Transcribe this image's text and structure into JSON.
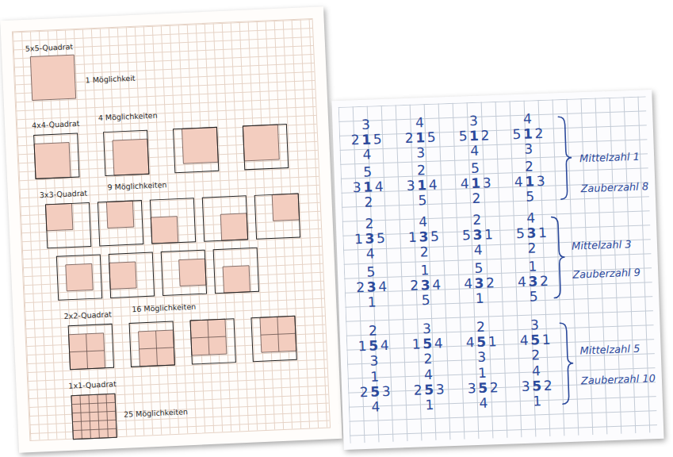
{
  "diagram": {
    "labels": [
      "5x5-Quadrat",
      "1 Möglichkeit",
      "4x4-Quadrat",
      "4 Möglichkeiten",
      "3x3-Quadrat",
      "9 Möglichkeiten",
      "2x2-Quadrat",
      "16 Möglichkeiten",
      "1x1-Quadrat",
      "25 Möglichkeiten",
      "3",
      "2",
      "1",
      "5",
      "4",
      "4",
      "2",
      "1",
      "5",
      "3",
      "3",
      "5",
      "1",
      "2",
      "4",
      "4",
      "5",
      "1",
      "2",
      "3",
      "5",
      "3",
      "1",
      "4",
      "2",
      "2",
      "3",
      "1",
      "4",
      "5",
      "5",
      "4",
      "1",
      "3",
      "2",
      "2",
      "4",
      "1",
      "3",
      "5",
      "Mittelzahl 1",
      "Zauberzahl 8",
      "2",
      "1",
      "3",
      "5",
      "4",
      "4",
      "1",
      "3",
      "5",
      "2",
      "2",
      "5",
      "3",
      "1",
      "4",
      "4",
      "5",
      "3",
      "1",
      "2",
      "5",
      "2",
      "3",
      "4",
      "1",
      "1",
      "2",
      "3",
      "4",
      "5",
      "5",
      "4",
      "3",
      "2",
      "1",
      "1",
      "4",
      "3",
      "2",
      "5",
      "Mittelzahl 3",
      "Zauberzahl 9",
      "2",
      "1",
      "5",
      "4",
      "3",
      "3",
      "1",
      "5",
      "4",
      "2",
      "2",
      "4",
      "5",
      "1",
      "3",
      "3",
      "4",
      "5",
      "1",
      "2",
      "1",
      "2",
      "5",
      "3",
      "4",
      "4",
      "2",
      "5",
      "3",
      "1",
      "1",
      "3",
      "5",
      "2",
      "4",
      "4",
      "3",
      "5",
      "2",
      "1",
      "Mittelzahl 5",
      "Zauberzahl 10"
    ]
  }
}
